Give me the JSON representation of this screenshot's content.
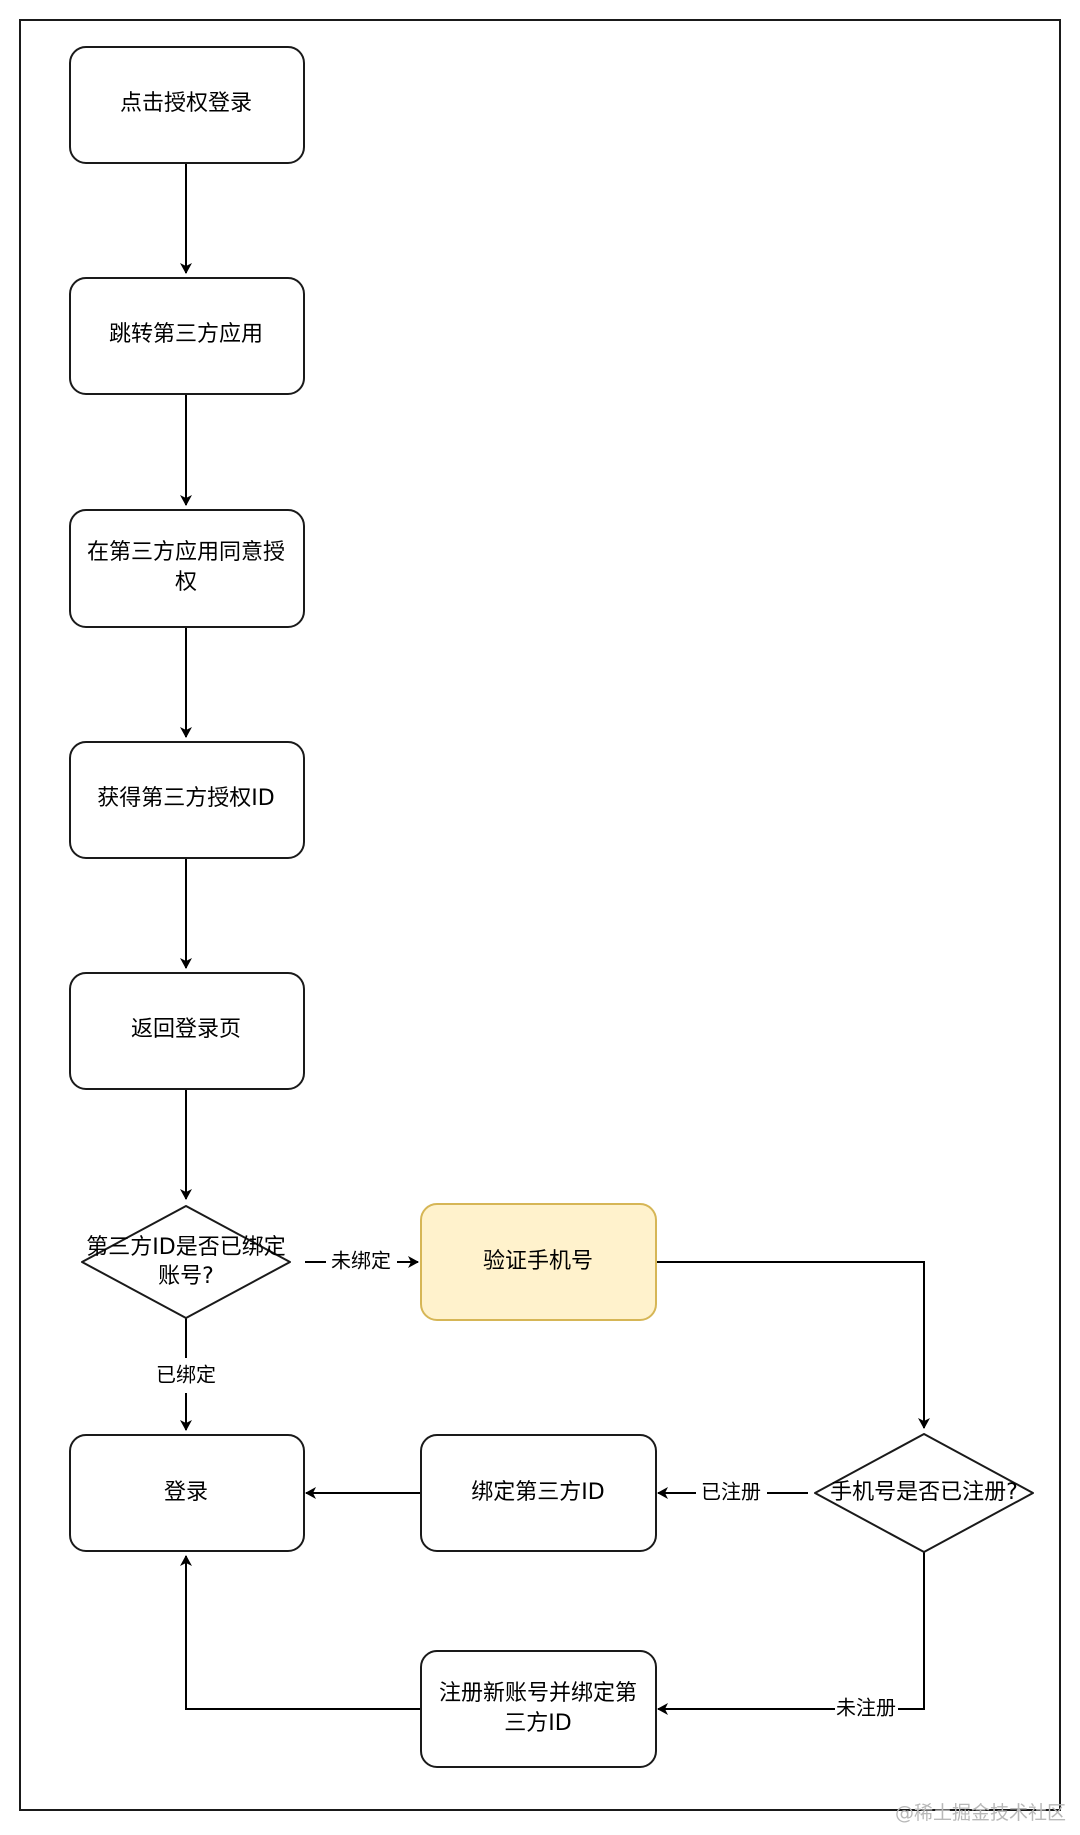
{
  "nodes": {
    "click_auth_login": "点击授权登录",
    "jump_third_party_app": "跳转第三方应用",
    "agree_auth_line1": "在第三方应用同意授",
    "agree_auth_line2": "权",
    "get_auth_id": "获得第三方授权ID",
    "return_login_page": "返回登录页",
    "bound_check_line1": "第三方ID是否已绑定",
    "bound_check_line2": "账号?",
    "verify_phone": "验证手机号",
    "login": "登录",
    "bind_third_party_id": "绑定第三方ID",
    "phone_registered_check": "手机号是否已注册?",
    "register_bind_line1": "注册新账号并绑定第",
    "register_bind_line2": "三方ID"
  },
  "edge_labels": {
    "not_bound": "未绑定",
    "bound": "已绑定",
    "registered": "已注册",
    "not_registered": "未注册"
  },
  "colors": {
    "stroke": "#1a1a1a",
    "highlight_fill": "#fff2cc",
    "highlight_stroke": "#d6b656"
  },
  "watermark": "@稀土掘金技术社区"
}
